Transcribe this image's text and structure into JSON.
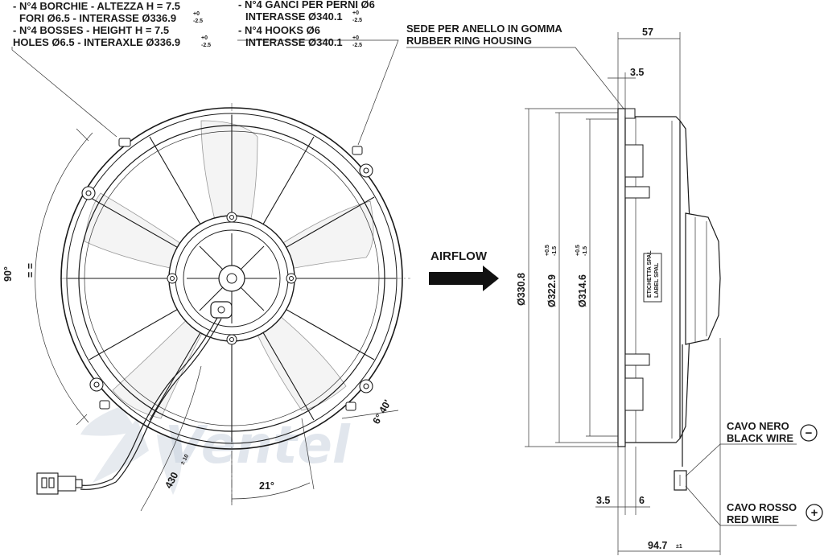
{
  "notes": {
    "bosses": [
      "- N°4 BORCHIE - ALTEZZA H = 7.5",
      "FORI Ø6.5 - INTERASSE Ø336.9",
      "- N°4 BOSSES - HEIGHT H = 7.5",
      "HOLES Ø6.5 - INTERAXLE Ø336.9"
    ],
    "bosses_tol_upper": "+0",
    "bosses_tol_lower": "-2.5",
    "hooks": [
      "- N°4 GANCI PER PERNI Ø6",
      "INTERASSE Ø340.1",
      "- N°4 HOOKS Ø6",
      "INTERASSE Ø340.1"
    ],
    "hooks_tol_upper": "+0",
    "hooks_tol_lower": "-2.5",
    "ring": [
      "SEDE PER ANELLO IN GOMMA",
      "RUBBER RING HOUSING"
    ]
  },
  "airflow_label": "AIRFLOW",
  "front_dims": {
    "angle_90": "90°",
    "equal_marks": "= =",
    "cable_length": "430",
    "cable_tol": "± 10",
    "angle_6_40": "6° 40'",
    "angle_21": "21°"
  },
  "side_dims": {
    "depth_57": "57",
    "d_3_5_top": "3.5",
    "d_330_8": "Ø330.8",
    "d_322_9": "Ø322.9",
    "d_322_9_tol_u": "+0.5",
    "d_322_9_tol_l": "-1.5",
    "d_314_6": "Ø314.6",
    "d_314_6_tol_u": "+0.5",
    "d_314_6_tol_l": "-1.5",
    "d_3_5_bottom": "3.5",
    "d_6": "6",
    "d_94_7": "94.7",
    "d_94_7_tol": "±1"
  },
  "wires": {
    "black": [
      "CAVO NERO",
      "BLACK WIRE"
    ],
    "black_symbol": "−",
    "red": [
      "CAVO ROSSO",
      "RED WIRE"
    ],
    "red_symbol": "+"
  },
  "label_plate": [
    "ETICHETTA SPAL",
    "LABEL SPAL"
  ],
  "watermark": "Ventel"
}
